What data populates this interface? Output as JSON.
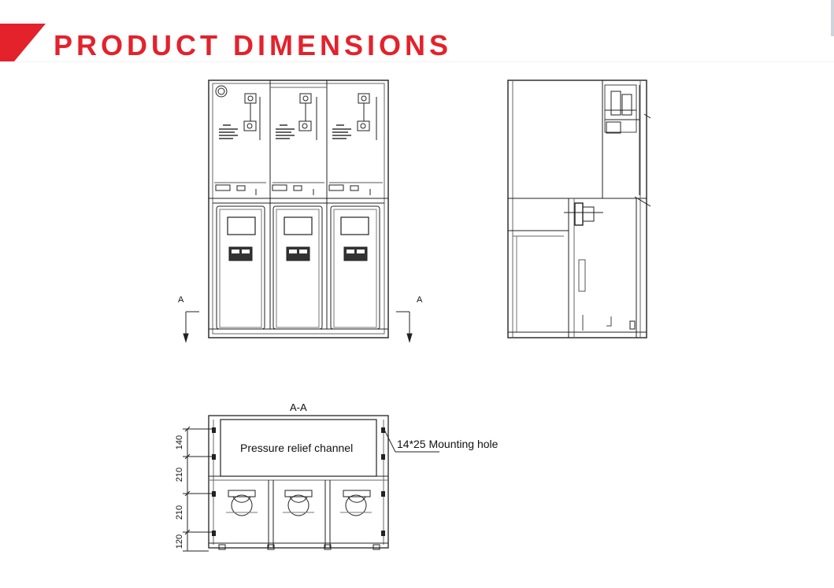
{
  "header": {
    "title": "PRODUCT DIMENSIONS",
    "accent_color": "#e3222c"
  },
  "front_view": {
    "section_marker_left": "A",
    "section_marker_right": "A"
  },
  "section_view": {
    "section_title": "A-A",
    "pressure_relief_label": "Pressure relief channel",
    "mounting_hole_label": "14*25 Mounting hole",
    "dimensions": [
      "140",
      "210",
      "210",
      "120"
    ]
  }
}
